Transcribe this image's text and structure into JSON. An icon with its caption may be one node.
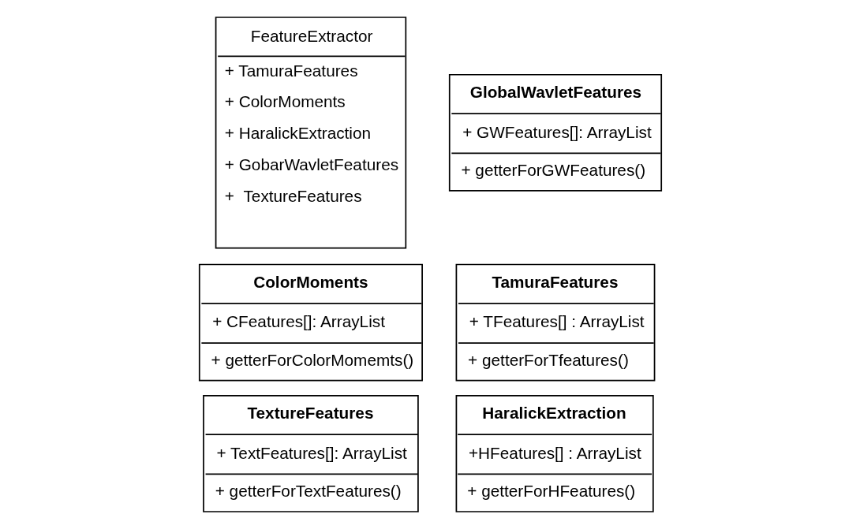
{
  "diagram": {
    "nodes": [
      {
        "text": [
          "FeatureExtractor",
          "+ TamuraFeatures",
          "+ ColorMoments",
          "+ HaralickExtraction",
          "+ GobarWavletFeatures",
          "+  TextureFeatures"
        ]
      },
      {
        "text": [
          "TextureFeatures",
          "+ TextFeatures[]: ArrayList",
          "+ getterForTextFeatures()"
        ]
      },
      {
        "text": [
          "HaralickExtraction",
          "+HFeatures[] : ArrayList",
          "+ getterForHFeatures()"
        ]
      },
      {
        "text": [
          "ColorMoments",
          "+ CFeatures[]: ArrayList",
          "+ getterForColorMomemts()"
        ]
      },
      {
        "text": [
          "TamuraFeatures",
          "+ TFeatures[] : ArrayList",
          "+ getterForTfeatures()"
        ]
      },
      {
        "text": [
          "GlobalWavletFeatures",
          "+ GWFeatures[]: ArrayList",
          "+ getterForGWFeatures()"
        ]
      }
    ],
    "edges": []
  }
}
